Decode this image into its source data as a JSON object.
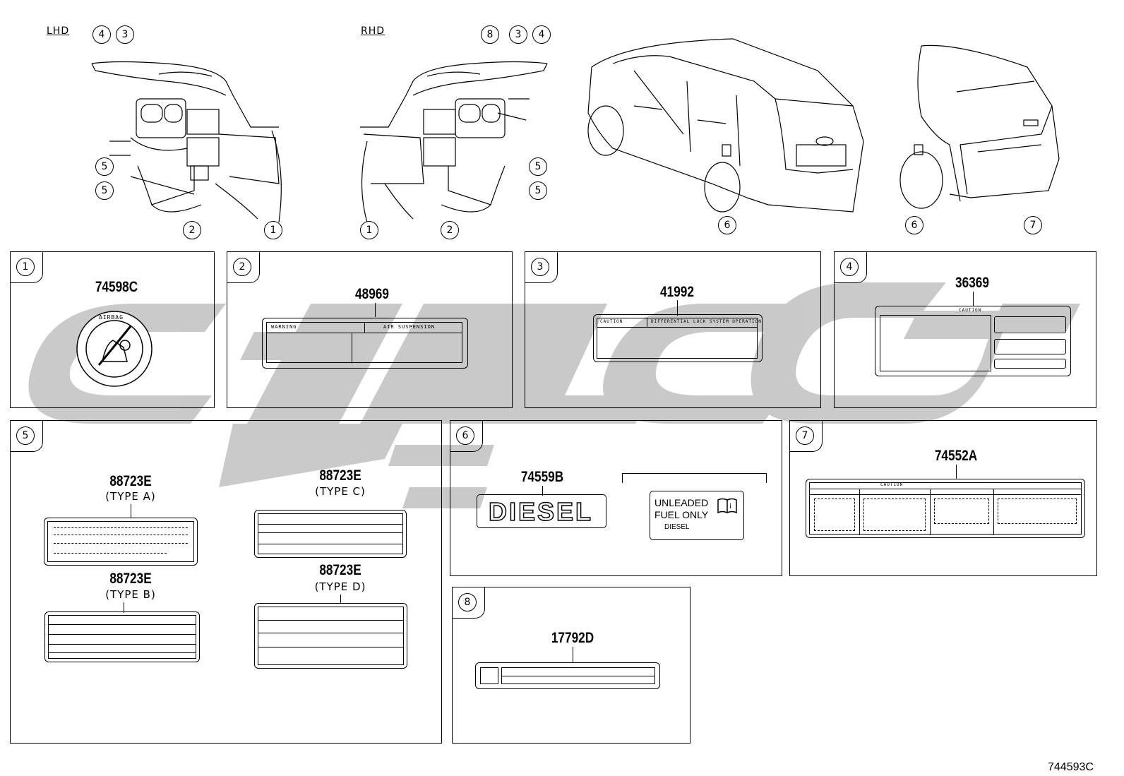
{
  "views": {
    "lhd": "LHD",
    "rhd": "RHD"
  },
  "callouts": {
    "lhd": [
      "4",
      "3",
      "5",
      "5",
      "2",
      "1"
    ],
    "rhd": [
      "8",
      "3",
      "4",
      "5",
      "5",
      "1",
      "2"
    ],
    "vehicle_front": [
      "6"
    ],
    "vehicle_rear": [
      "6",
      "7"
    ]
  },
  "panels": [
    {
      "num": "1",
      "part": "74598C",
      "text": "AIRBAG"
    },
    {
      "num": "2",
      "part": "48969",
      "warning": "WARNING",
      "title": "AIR SUSPENSION"
    },
    {
      "num": "3",
      "part": "41992",
      "caution": "CAUTION",
      "title": "DIFFERENTIAL LOCK SYSTEM OPERATION"
    },
    {
      "num": "4",
      "part": "36369",
      "caution": "CAUTION"
    },
    {
      "num": "5",
      "types": [
        {
          "part": "88723E",
          "type": "(TYPE A)"
        },
        {
          "part": "88723E",
          "type": "(TYPE B)"
        },
        {
          "part": "88723E",
          "type": "(TYPE C)"
        },
        {
          "part": "88723E",
          "type": "(TYPE D)"
        }
      ]
    },
    {
      "num": "6",
      "parts": [
        {
          "part": "74559B",
          "text": "DIESEL"
        },
        {
          "line1": "UNLEADED",
          "line2": "FUEL ONLY",
          "line3": "DIESEL"
        }
      ]
    },
    {
      "num": "7",
      "part": "74552A",
      "caution": "CAUTION"
    },
    {
      "num": "8",
      "part": "17792D"
    }
  ],
  "figure_id": "744593C"
}
